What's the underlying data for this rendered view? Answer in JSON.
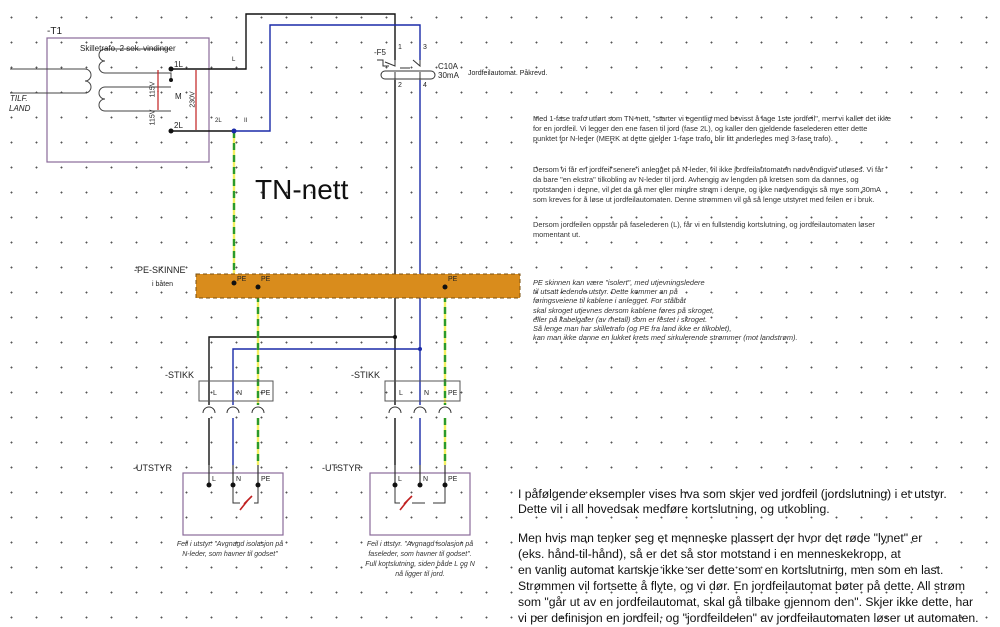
{
  "transformer": {
    "tag": "-T1",
    "title": "Skilletrafo, 2 sek. vindinger",
    "source": [
      "TILF.",
      "LAND"
    ],
    "terminals": [
      "1L",
      "M",
      "2L"
    ],
    "voltages": [
      "115V",
      "115V",
      "230V"
    ],
    "wire_labels": [
      "L",
      "2L",
      "II"
    ]
  },
  "breaker": {
    "tag": "-F5",
    "pins": [
      "1",
      "3",
      "2",
      "4"
    ],
    "rating": [
      "C10A",
      "30mA"
    ],
    "description": "Jordfeilautomat. Påkrevd."
  },
  "title": "TN-nett",
  "pe_bar": {
    "tag": "-PE-SKINNE",
    "sub": "i båten",
    "terminal": "PE"
  },
  "sockets": [
    {
      "tag": "-STIKK",
      "pins": [
        "L",
        "N",
        "PE"
      ]
    },
    {
      "tag": "-STIKK",
      "pins": [
        "L",
        "N",
        "PE"
      ]
    }
  ],
  "equipment": [
    {
      "tag": "-UTSTYR",
      "pins": [
        "L",
        "N",
        "PE"
      ],
      "caption": [
        "Feil i utstyr. \"Avgnagd isolasjon på",
        "N-leder, som havner til godset\""
      ]
    },
    {
      "tag": "-UTSTYR",
      "pins": [
        "L",
        "N",
        "PE"
      ],
      "caption": [
        "Feil i utstyr. \"Avgnagd isolasjon på",
        "faseleder, som havner til godset\".",
        "Full kortslutning, siden både L og N",
        "nå ligger til jord."
      ]
    }
  ],
  "notes": {
    "p1": "Med 1-fase trafo utført som TN-nett, \"starter vi egentlig med bevisst å lage 1ste jordfeil\", men vi kaller det ikke for en jordfeil. Vi legger den ene fasen til jord (fase 2L), og kaller den gjeldende faselederen etter dette punktet for N-leder (MERK at dette gjelder 1-fase trafo, blir litt anderledes med 3-fase trafo).",
    "p2": "Dersom vi får en jordfeil senere i anlegget på N-leder, vil ikke jordfeilautomaten nødvendigvis utløses. Vi får da bare \"en ekstra\" tilkobling av N-leder til jord. Avhengig av lengden på kretsen som da dannes, og motstanden i denne, vil det da gå mer eller mindre strøm i denne, og ikke nødvendigvis så mye som 30mA som kreves for å løse ut jordfeilautomaten. Denne strømmen vil gå så lenge utstyret med feilen er i bruk.",
    "p3": "Dersom jordfeilen oppstår på faselederen (L), får vi en fullstendig kortslutning, og jordfeilautomaten løser momentant ut.",
    "pe_note": [
      "PE skinnen kan være \"isolert\", med utjevningsledere",
      "til utsatt ledende utstyr. Dette kommer an på",
      "føringsveiene til kablene i anlegget. For stålbåt",
      "skal skroget utjevnes dersom kablene føres på skroget,",
      "eller på kabelgater (av metall) som er festet i skroget.",
      "Så lenge man har skilletrafo (og PE fra land ikke er tilkoblet),",
      "kan man ikke danne en lukket krets med sirkulerende strømmer (mot landstrøm)."
    ],
    "b1": "I påfølgende eksempler vises hva som skjer ved jordfeil (jordslutning) i et utstyr.",
    "b2": "Dette vil i all hovedsak medføre kortslutning, og utkobling.",
    "b3": [
      "Men hvis man tenker seg et menneske plassert der hvor det røde \"lynet\" er",
      "(eks. hånd-til-hånd), så er det så stor motstand i en menneskekropp, at",
      "en vanlig automat kanskje ikke ser dette som en kortslutning, men som en last.",
      "Strømmen vil fortsette å flyte, og vi dør. En jordfeilautomat bøter på dette. All strøm",
      "som \"går ut av en jordfeilautomat, skal gå tilbake gjennom den\". Skjer ikke dette, har",
      "vi per definisjon en jordfeil, og \"jordfeildelen\" av jordfeilautomaten løser ut automaten."
    ]
  },
  "colors": {
    "phase": "#111111",
    "neutral": "#1a2aa8",
    "pe_green": "#2a9a2a",
    "pe_yellow": "#f4f060",
    "bar": "#d98c1c",
    "box": "#8a6a9a",
    "fault": "#c02020"
  }
}
